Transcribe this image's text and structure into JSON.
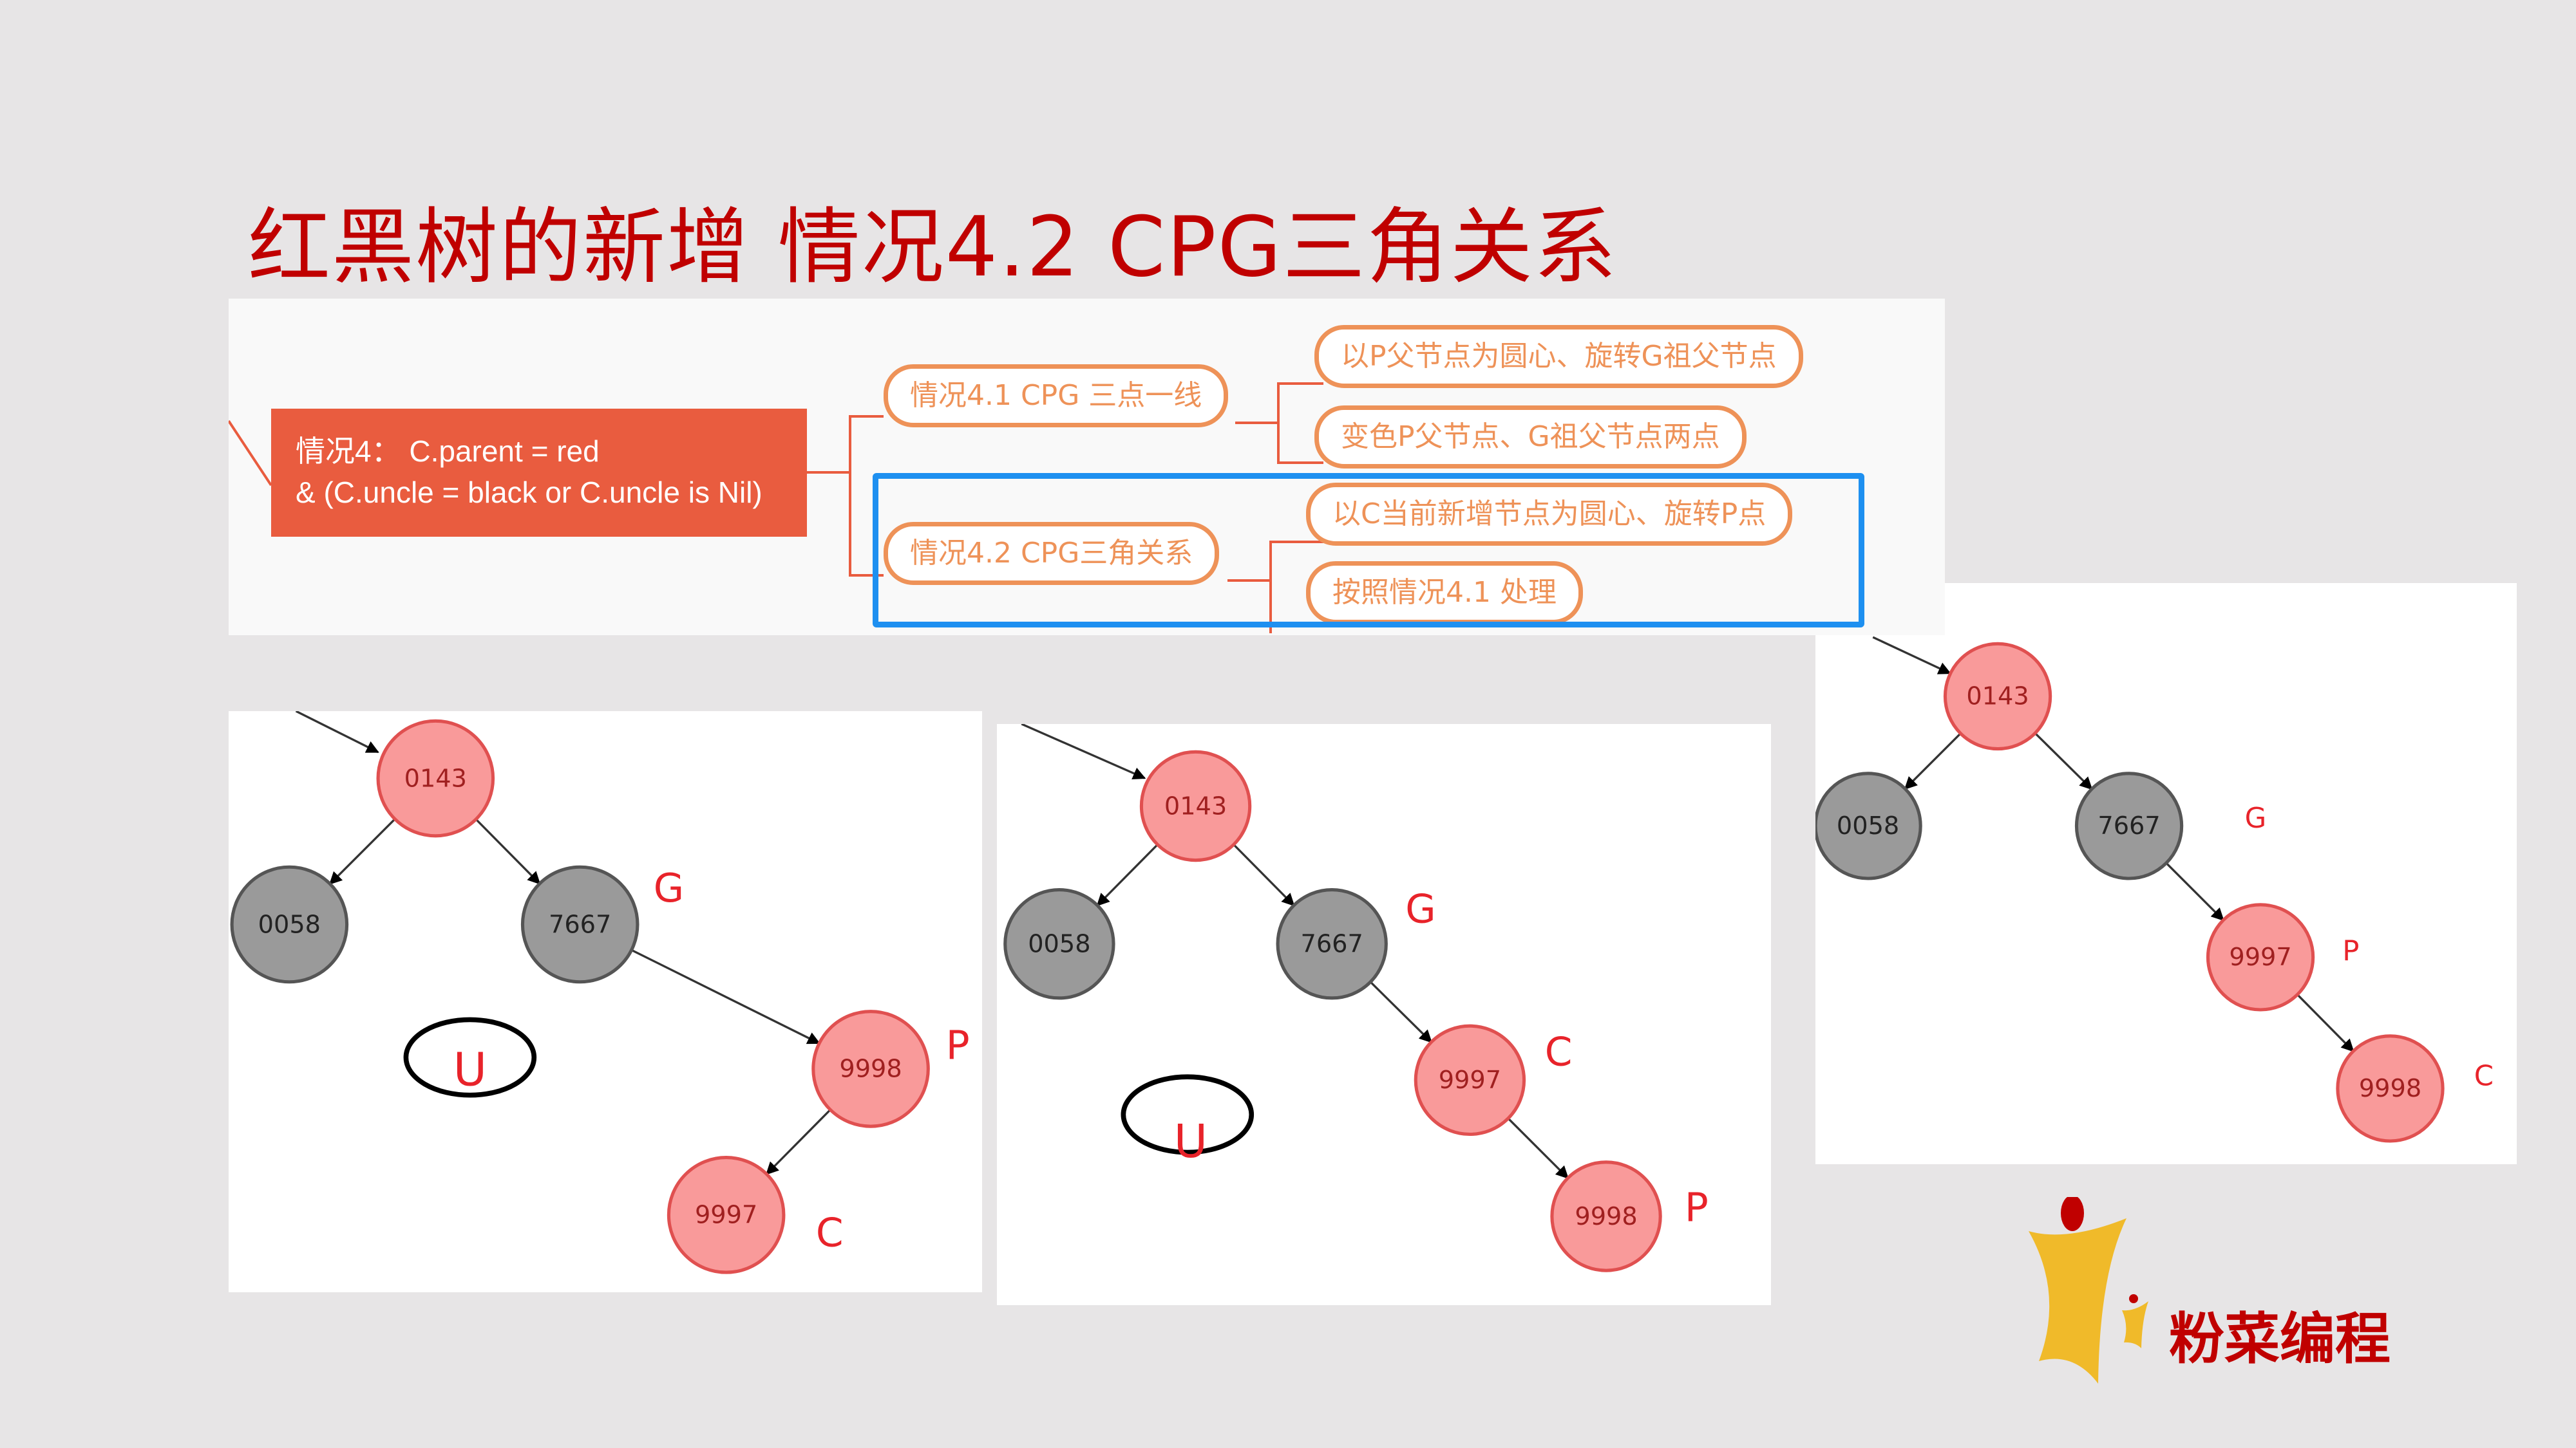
{
  "title": "红黑树的新增 情况4.2 CPG三角关系",
  "mindmap": {
    "root_line1": "情况4：  C.parent = red",
    "root_line2": "& (C.uncle = black or C.uncle is Nil)",
    "case41": "情况4.1 CPG 三点一线",
    "case41_steps": [
      "以P父节点为圆心、旋转G祖父节点",
      "变色P父节点、G祖父节点两点"
    ],
    "case42": "情况4.2 CPG三角关系",
    "case42_steps": [
      "以C当前新增节点为圆心、旋转P点",
      "按照情况4.1 处理"
    ],
    "highlight_color": "#1e90f0"
  },
  "trees": [
    {
      "nodes": {
        "a": "0143",
        "b": "0058",
        "c": "7667",
        "d": "9998",
        "e": "9997"
      },
      "colors": {
        "a": "red",
        "b": "black",
        "c": "black",
        "d": "red",
        "e": "red"
      },
      "edges": [
        [
          "a",
          "b"
        ],
        [
          "a",
          "c"
        ],
        [
          "c",
          "d"
        ],
        [
          "d",
          "e"
        ]
      ],
      "labels": {
        "G": "G",
        "P": "P",
        "C": "C",
        "U": "U"
      }
    },
    {
      "nodes": {
        "a": "0143",
        "b": "0058",
        "c": "7667",
        "d": "9997",
        "e": "9998"
      },
      "colors": {
        "a": "red",
        "b": "black",
        "c": "black",
        "d": "red",
        "e": "red"
      },
      "edges": [
        [
          "a",
          "b"
        ],
        [
          "a",
          "c"
        ],
        [
          "c",
          "d"
        ],
        [
          "d",
          "e"
        ]
      ],
      "labels": {
        "G": "G",
        "C": "C",
        "P": "P",
        "U": "U"
      }
    },
    {
      "nodes": {
        "a": "0143",
        "b": "0058",
        "c": "7667",
        "d": "9997",
        "e": "9998"
      },
      "colors": {
        "a": "red",
        "b": "black",
        "c": "black",
        "d": "red",
        "e": "red"
      },
      "edges": [
        [
          "a",
          "b"
        ],
        [
          "a",
          "c"
        ],
        [
          "c",
          "d"
        ],
        [
          "d",
          "e"
        ]
      ],
      "labels": {
        "G": "G",
        "P": "P",
        "C": "C"
      }
    }
  ],
  "logo": {
    "text": "粉菜编程",
    "yellow": "#f0ba2a",
    "red": "#c00000"
  }
}
